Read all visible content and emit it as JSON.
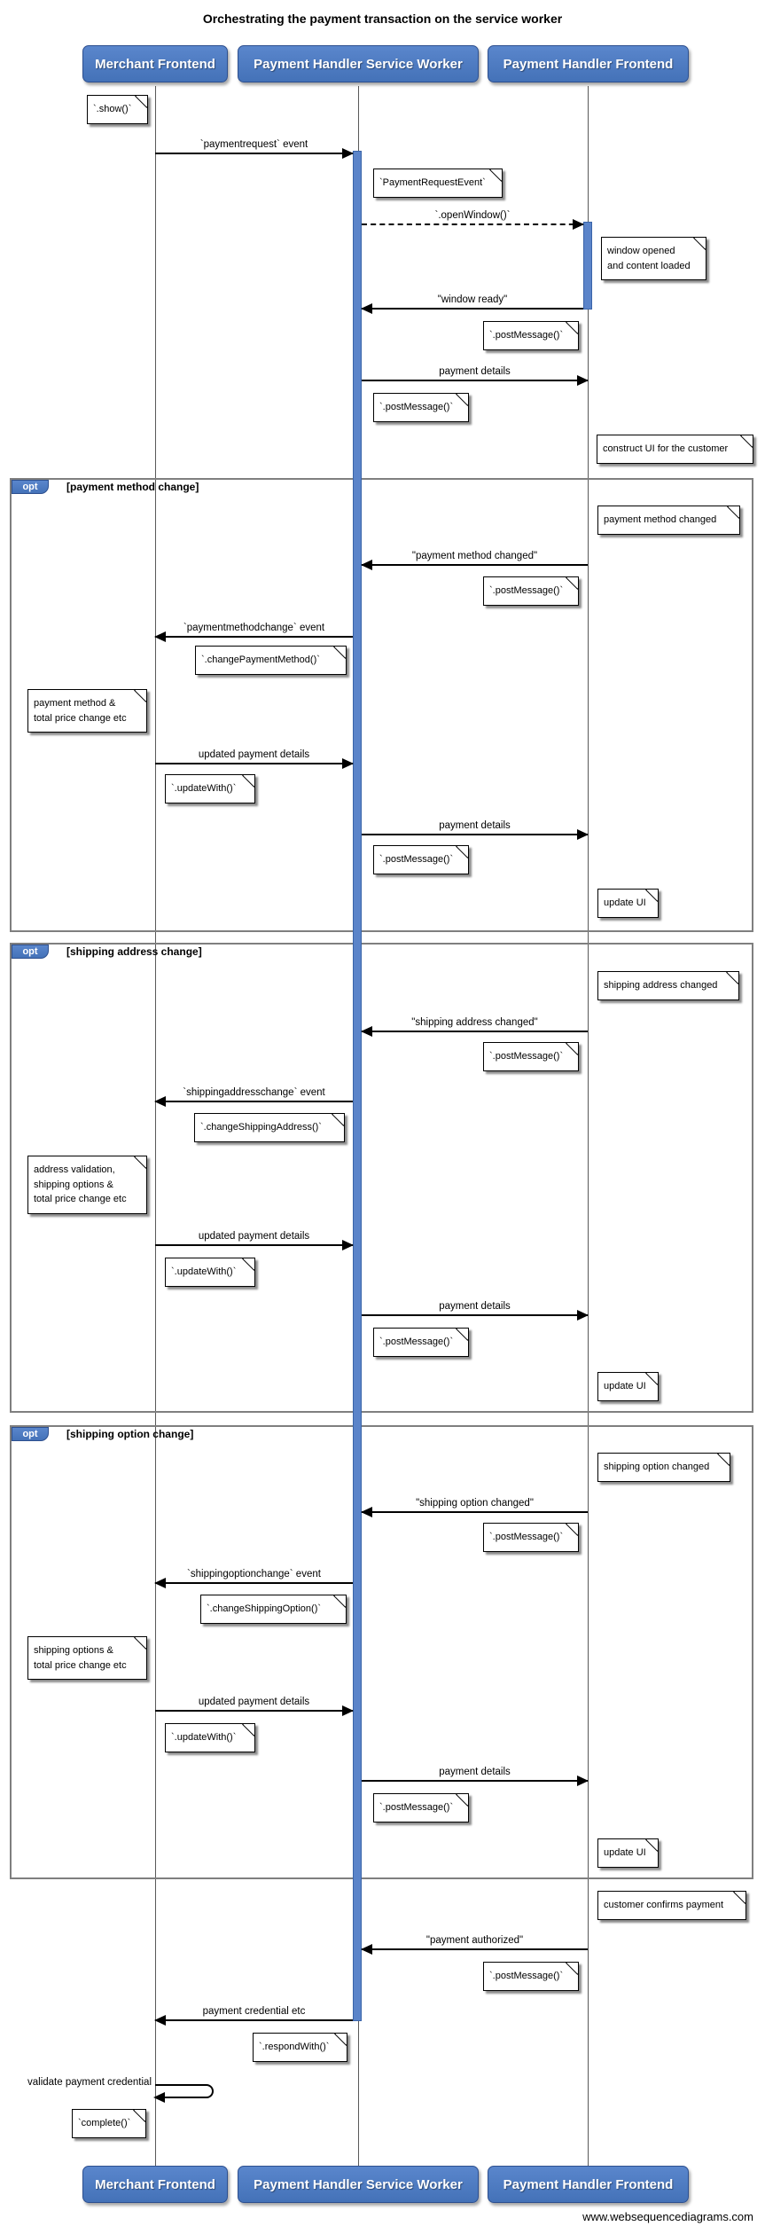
{
  "title": "Orchestrating the payment transaction on the service worker",
  "actors": {
    "merchant": "Merchant Frontend",
    "service_worker": "Payment Handler Service Worker",
    "handler_frontend": "Payment Handler Frontend"
  },
  "frames": {
    "opt_label": "opt",
    "opt1_condition": "[payment method change]",
    "opt2_condition": "[shipping address change]",
    "opt3_condition": "[shipping option change]"
  },
  "messages": {
    "paymentrequest": "`paymentrequest` event",
    "open_window": "`.openWindow()`",
    "window_ready": "\"window ready\"",
    "payment_details": "payment details",
    "payment_method_changed": "\"payment method changed\"",
    "paymentmethodchange": "`paymentmethodchange` event",
    "updated_payment_details": "updated payment details",
    "shipping_address_changed": "\"shipping address changed\"",
    "shippingaddresschange": "`shippingaddresschange` event",
    "shipping_option_changed": "\"shipping option changed\"",
    "shippingoptionchange": "`shippingoptionchange` event",
    "payment_authorized": "\"payment authorized\"",
    "payment_credential": "payment credential etc",
    "validate_payment_credential": "validate payment credential"
  },
  "notes": {
    "show": "`.show()`",
    "payment_request_event": "`PaymentRequestEvent`",
    "window_opened": "window opened\nand content loaded",
    "post_message": "`.postMessage()`",
    "construct_ui": "construct UI for the customer",
    "payment_method_changed": "payment method changed",
    "change_payment_method": "`.changePaymentMethod()`",
    "payment_method_total": "payment method &\ntotal price change etc",
    "update_with": "`.updateWith()`",
    "update_ui": "update UI",
    "shipping_address_changed": "shipping address changed",
    "change_shipping_address": "`.changeShippingAddress()`",
    "address_validation": "address validation,\nshipping options &\ntotal price change etc",
    "shipping_option_changed": "shipping option changed",
    "change_shipping_option": "`.changeShippingOption()`",
    "shipping_options_total": "shipping options &\ntotal price change etc",
    "customer_confirms": "customer confirms payment",
    "respond_with": "`.respondWith()`",
    "complete": "`complete()`"
  },
  "footer": "www.websequencediagrams.com",
  "colors": {
    "actor_fill": "#4b79c1",
    "actor_border": "#2d4f8e",
    "activation_fill": "#5b84c9",
    "frame_border": "#7f7f7f",
    "arrow_color": "#000000"
  }
}
